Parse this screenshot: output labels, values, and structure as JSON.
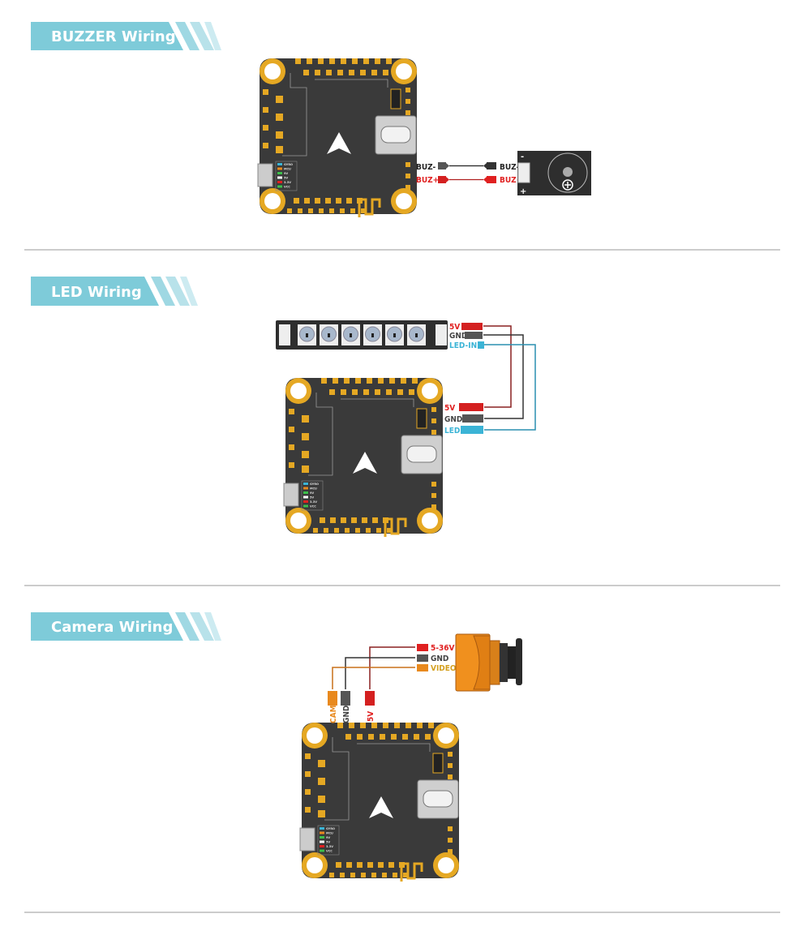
{
  "sections": [
    {
      "title": "BUZZER Wiring"
    },
    {
      "title": "LED Wiring"
    },
    {
      "title": "Camera Wiring"
    }
  ],
  "board_status_leds": [
    "GYRO",
    "MCU",
    "9V",
    "5V",
    "3.3V",
    "VCC"
  ],
  "buzzer": {
    "fc_labels": [
      "BUZ-",
      "BUZ+"
    ],
    "module_labels": [
      "BUZ-",
      "BUZ+"
    ],
    "module_signs": [
      "-",
      "+"
    ]
  },
  "led": {
    "strip_labels": [
      "5V",
      "GND",
      "LED-IN"
    ],
    "fc_labels": [
      "5V",
      "GND",
      "LED"
    ]
  },
  "camera": {
    "camera_labels": [
      "5-36V",
      "GND",
      "VIDEO"
    ],
    "fc_labels": [
      "CAM",
      "GND",
      "5V"
    ]
  },
  "colors": {
    "header": "#7ecbd9",
    "board": "#3a3a3a",
    "pad": "#e5a823",
    "red": "#e02020",
    "gray": "#555555",
    "blue": "#3bb4d6",
    "orange": "#e8891e",
    "divider": "#9a9a9a"
  }
}
